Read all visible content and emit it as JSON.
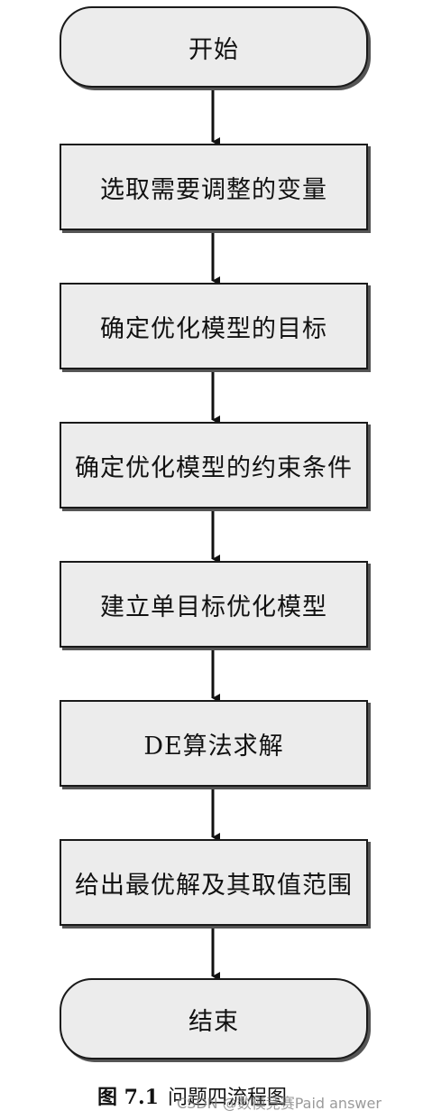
{
  "flowchart": {
    "nodes": [
      {
        "id": "start",
        "label": "开始",
        "shape": "terminal"
      },
      {
        "id": "step1",
        "label": "选取需要调整的变量",
        "shape": "process"
      },
      {
        "id": "step2",
        "label": "确定优化模型的目标",
        "shape": "process"
      },
      {
        "id": "step3",
        "label": "确定优化模型的约束条件",
        "shape": "process"
      },
      {
        "id": "step4",
        "label": "建立单目标优化模型",
        "shape": "process"
      },
      {
        "id": "step5",
        "label": "DE算法求解",
        "shape": "process"
      },
      {
        "id": "step6",
        "label": "给出最优解及其取值范围",
        "shape": "process"
      },
      {
        "id": "end",
        "label": "结束",
        "shape": "terminal"
      }
    ],
    "edges": [
      {
        "from": "start",
        "to": "step1"
      },
      {
        "from": "step1",
        "to": "step2"
      },
      {
        "from": "step2",
        "to": "step3"
      },
      {
        "from": "step3",
        "to": "step4"
      },
      {
        "from": "step4",
        "to": "step5"
      },
      {
        "from": "step5",
        "to": "step6"
      },
      {
        "from": "step6",
        "to": "end"
      }
    ]
  },
  "caption": {
    "number": "图 7.1",
    "title": "问题四流程图"
  },
  "watermark": "CSDN @数模竞赛Paid answer",
  "colors": {
    "box_fill": "#ececec",
    "border": "#1a1a1a",
    "shadow": "#555555",
    "arrow": "#111111"
  }
}
